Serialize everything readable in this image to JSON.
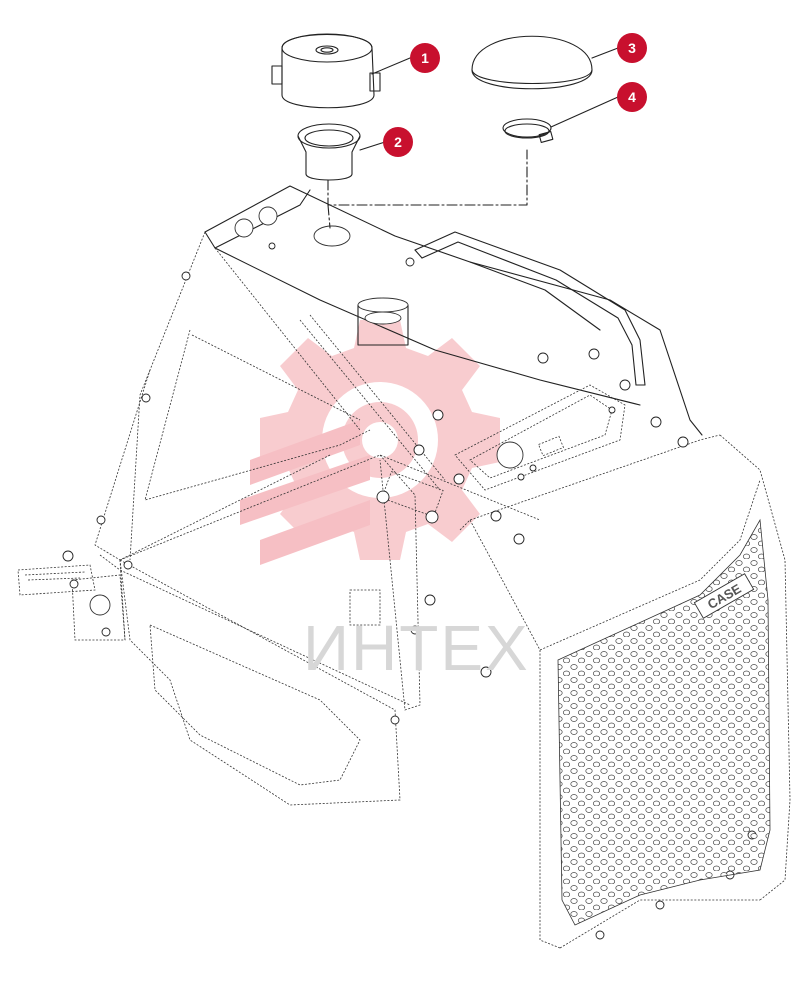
{
  "diagram": {
    "callouts": [
      {
        "number": "1",
        "part": "air-cleaner-cap"
      },
      {
        "number": "2",
        "part": "intake-adapter"
      },
      {
        "number": "3",
        "part": "dome-cap"
      },
      {
        "number": "4",
        "part": "hose-clamp"
      }
    ],
    "callout_color": "#c8102e",
    "watermark": {
      "text": "ИНТЕХ",
      "color": "#e64553"
    },
    "grille_brand": "CASE"
  }
}
